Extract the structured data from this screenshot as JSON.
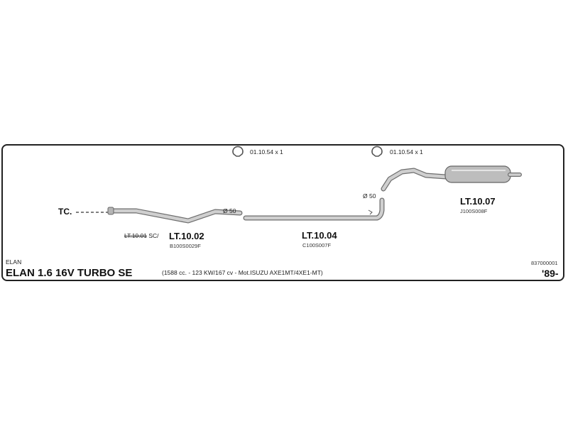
{
  "clamps": [
    {
      "label": "01.10.54 x 1"
    },
    {
      "label": "01.10.54 x 1"
    }
  ],
  "connection": {
    "label": "TC."
  },
  "parts": [
    {
      "old_code": "LT.10.01",
      "old_suffix": "SC/",
      "number": "LT.10.02",
      "code": "B100S0029F",
      "diameter": "Ø 50"
    },
    {
      "number": "LT.10.04",
      "code": "C100S007F",
      "diameter": "Ø 50"
    },
    {
      "number": "LT.10.07",
      "code": "J100S008F"
    }
  ],
  "vehicle": {
    "make": "ELAN",
    "model": "ELAN 1.6 16V TURBO SE",
    "specs": "(1588 cc. - 123 KW/167 cv - Mot.ISUZU AXE1MT/4XE1-MT)",
    "catalog_number": "837000001",
    "year": "'89-"
  },
  "colors": {
    "pipe_fill": "#c9c9c9",
    "pipe_stroke": "#6e6e6e",
    "frame": "#222222"
  }
}
